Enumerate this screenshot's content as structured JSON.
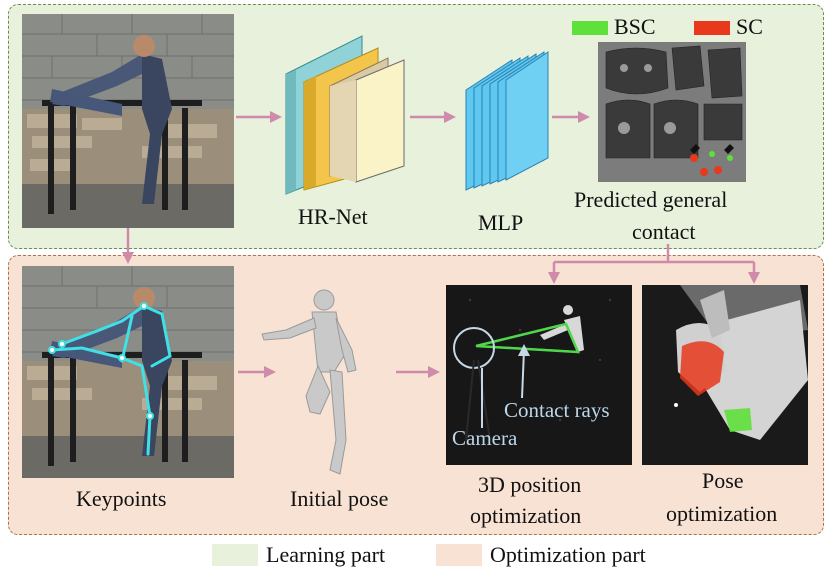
{
  "learning": {
    "network_label": "HR-Net",
    "mlp_label": "MLP",
    "prediction_label_line1": "Predicted general",
    "prediction_label_line2": "contact",
    "contact_legend": [
      {
        "name": "BSC",
        "color": "#5fe03a"
      },
      {
        "name": "SC",
        "color": "#e8391c"
      }
    ]
  },
  "optimization": {
    "keypoints_label": "Keypoints",
    "initial_pose_label": "Initial pose",
    "position_label_line1": "3D position",
    "position_label_line2": "optimization",
    "pose_label_line1": "Pose",
    "pose_label_line2": "optimization",
    "contact_rays_label": "Contact rays",
    "camera_label": "Camera"
  },
  "legend": [
    {
      "label": "Learning part",
      "color": "#e7f1dc"
    },
    {
      "label": "Optimization part",
      "color": "#f8e2d4"
    }
  ],
  "colors": {
    "arrow": "#d08aaa",
    "network_teal": "#8fd3d8",
    "network_yellow": "#f3c54a",
    "mlp_blue": "#5ec8f0",
    "keypoint_cyan": "#3fe0e6"
  }
}
